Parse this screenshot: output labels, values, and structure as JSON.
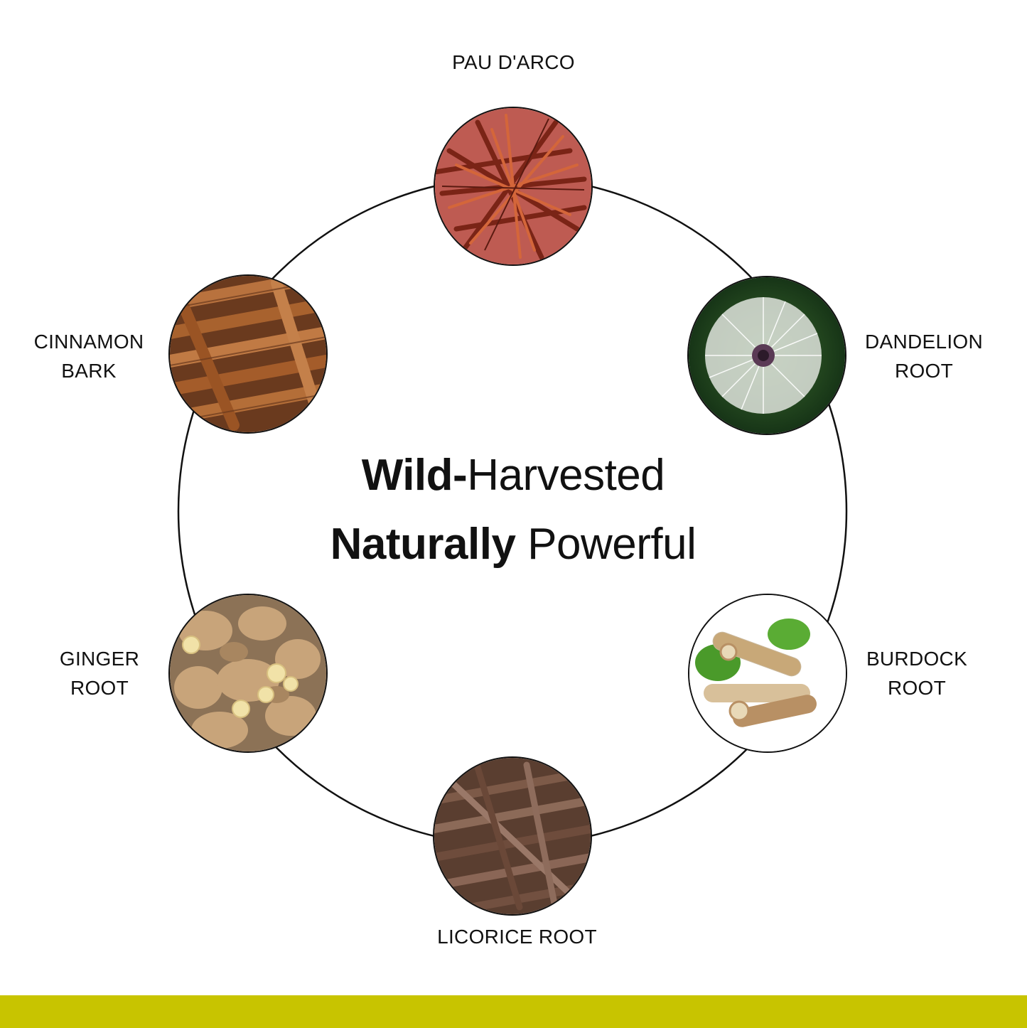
{
  "headline": {
    "line1_bold": "Wild-",
    "line1_regular": "Harvested",
    "line2_bold": "Naturally",
    "line2_regular": "Powerful"
  },
  "ingredients": [
    {
      "id": "pau-darco",
      "lines": [
        "PAU D'ARCO"
      ],
      "image_icon": "pau-darco-bark-image"
    },
    {
      "id": "dandelion-root",
      "lines": [
        "DANDELION",
        "ROOT"
      ],
      "image_icon": "dandelion-seedhead-image"
    },
    {
      "id": "burdock-root",
      "lines": [
        "BURDOCK",
        "ROOT"
      ],
      "image_icon": "burdock-root-image"
    },
    {
      "id": "licorice-root",
      "lines": [
        "LICORICE ROOT"
      ],
      "image_icon": "licorice-sticks-image"
    },
    {
      "id": "ginger-root",
      "lines": [
        "GINGER",
        "ROOT"
      ],
      "image_icon": "ginger-root-image"
    },
    {
      "id": "cinnamon-bark",
      "lines": [
        "CINNAMON",
        "BARK"
      ],
      "image_icon": "cinnamon-sticks-image"
    }
  ],
  "colors": {
    "ring": "#111111",
    "text": "#111111",
    "bottom_bar": "#c8c400",
    "background": "#ffffff"
  }
}
